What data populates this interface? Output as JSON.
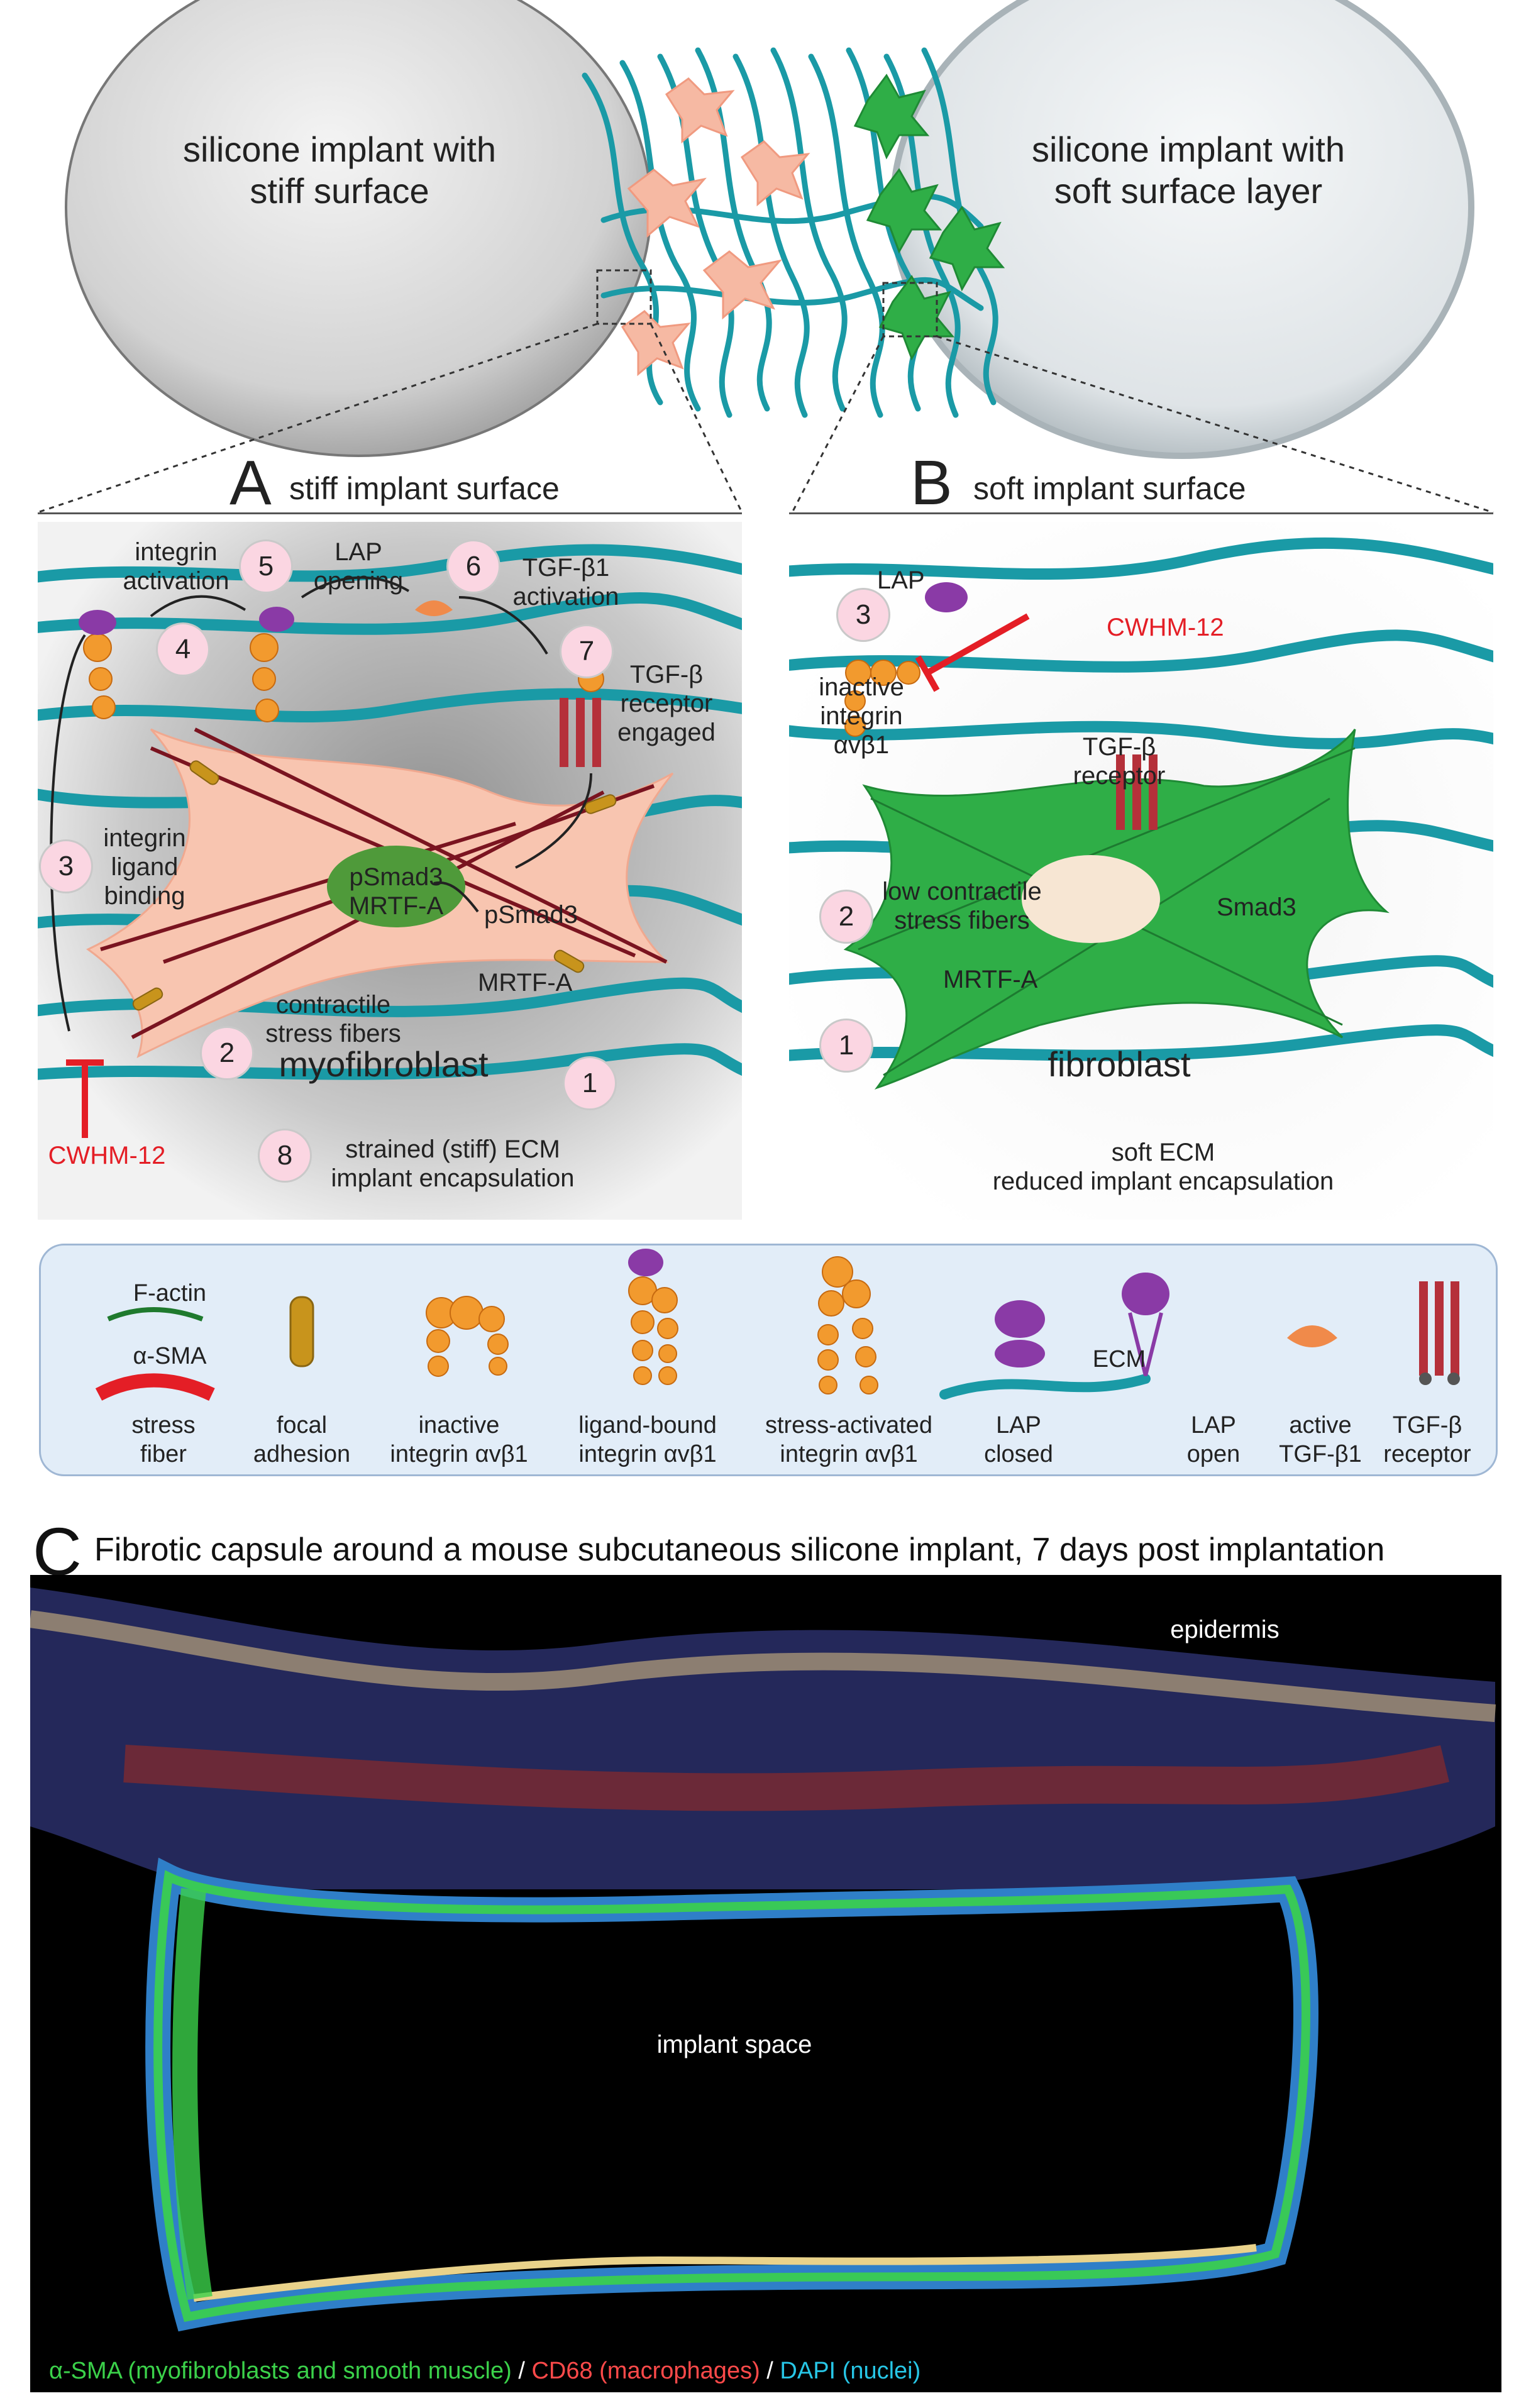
{
  "top": {
    "left_implant_label": "silicone implant with\nstiff surface",
    "right_implant_label": "silicone implant with\nsoft surface layer"
  },
  "panel_a": {
    "letter": "A",
    "title": "stiff implant surface",
    "labels": {
      "integrin_activation": "integrin\nactivation",
      "lap_opening": "LAP\nopening",
      "tgf_activation": "TGF-β1\nactivation",
      "tgf_receptor_engaged": "TGF-β\nreceptor\nengaged",
      "integrin_ligand_binding": "integrin\nligand\nbinding",
      "nucleus": "pSmad3\nMRTF-A",
      "psmad3": "pSmad3",
      "mrtf_a": "MRTF-A",
      "contractile_stress_fibers": "contractile\nstress fibers",
      "myofibroblast": "myofibroblast",
      "inhibitor": "CWHM-12",
      "strained_ecm": "strained (stiff) ECM\nimplant encapsulation"
    },
    "steps": [
      "1",
      "2",
      "3",
      "4",
      "5",
      "6",
      "7",
      "8"
    ]
  },
  "panel_b": {
    "letter": "B",
    "title": "soft implant surface",
    "labels": {
      "lap": "LAP",
      "inhibitor": "CWHM-12",
      "inactive_integrin": "inactive\nintegrin\nαvβ1",
      "tgf_receptor": "TGF-β\nreceptor",
      "low_contractile": "low contractile\nstress fibers",
      "smad3": "Smad3",
      "mrtf_a": "MRTF-A",
      "fibroblast": "fibroblast",
      "soft_ecm": "soft ECM\nreduced implant encapsulation"
    },
    "steps": [
      "1",
      "2",
      "3"
    ]
  },
  "legend": {
    "f_actin": "F-actin",
    "a_sma": "α-SMA",
    "stress_fiber": "stress\nfiber",
    "focal_adhesion": "focal\nadhesion",
    "inactive_integrin": "inactive\nintegrin αvβ1",
    "ligand_bound_integrin": "ligand-bound\nintegrin αvβ1",
    "stress_activated_integrin": "stress-activated\nintegrin αvβ1",
    "ecm": "ECM",
    "lap_closed": "LAP\nclosed",
    "lap_open": "LAP\nopen",
    "active_tgf": "active\nTGF-β1",
    "tgf_receptor": "TGF-β\nreceptor"
  },
  "panel_c": {
    "letter": "C",
    "title": "Fibrotic capsule around a mouse subcutaneous silicone implant, 7 days post implantation",
    "epidermis": "epidermis",
    "implant_space": "implant space",
    "caption_sma": "α-SMA  (myofibroblasts and smooth muscle)",
    "caption_sep1": " / ",
    "caption_cd68": "CD68 (macrophages)",
    "caption_sep2": " / ",
    "caption_dapi": "DAPI (nuclei)"
  },
  "colors": {
    "ecm_teal": "#1a9aa6",
    "myofibroblast": "#f8c5b0",
    "fibroblast": "#2fae47",
    "step_circle": "#fbd6e2",
    "inhibitor_red": "#e41e26",
    "legend_bg": "#e2edf8",
    "caption_green": "#3bd14a",
    "caption_red": "#ff4a4a",
    "caption_cyan": "#27c6e6"
  }
}
